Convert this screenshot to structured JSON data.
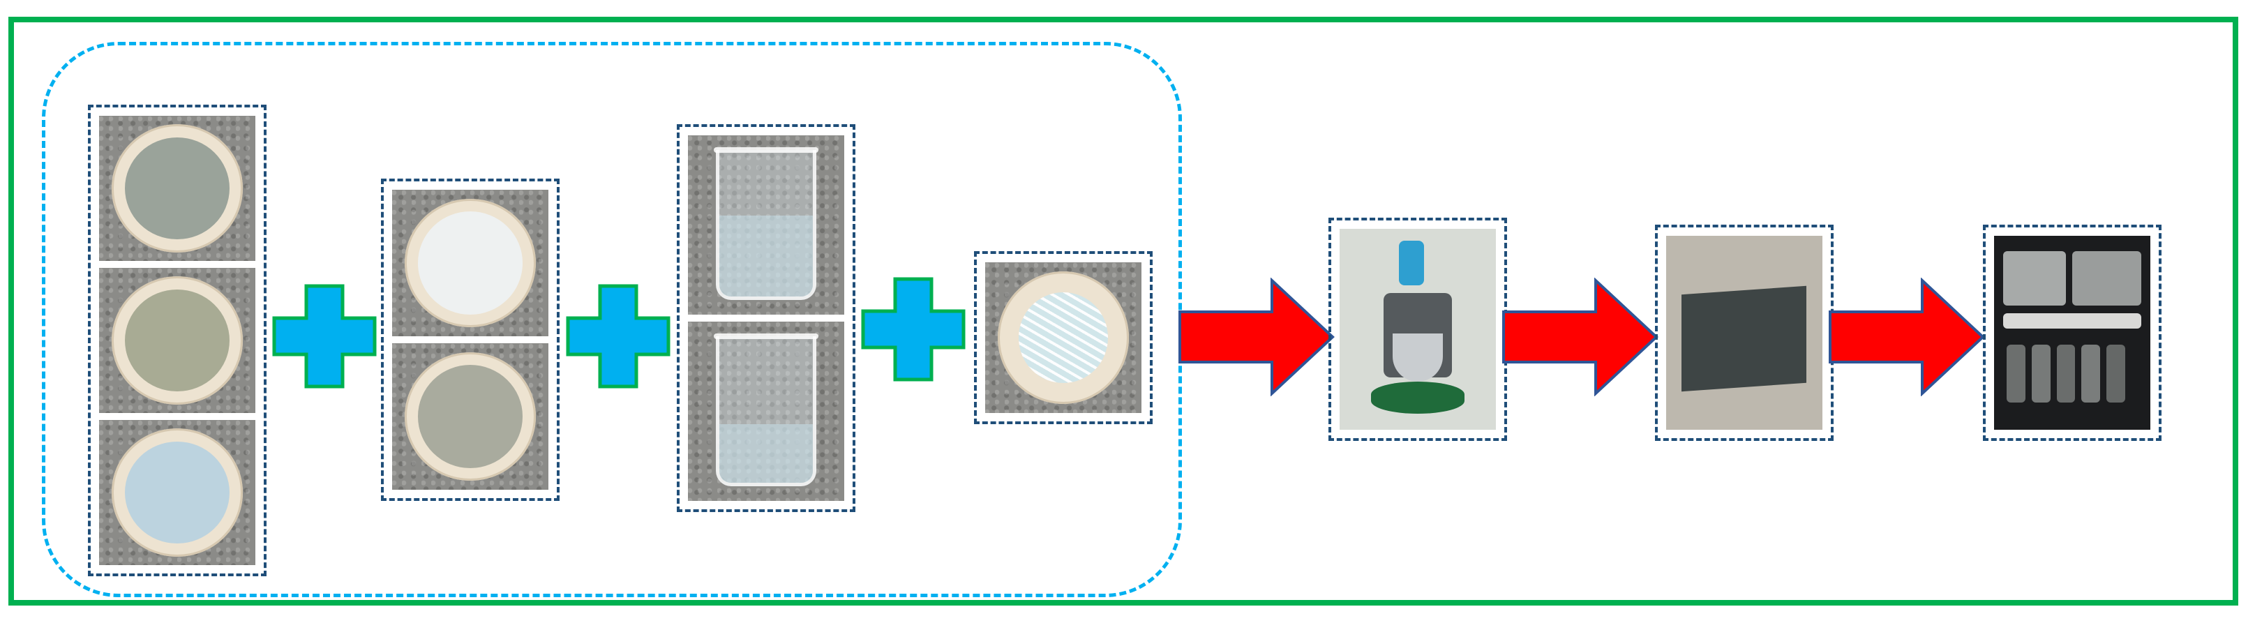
{
  "colors": {
    "outer_border": "#00b050",
    "group_border": "#00b0f0",
    "photo_border": "#1f4e79",
    "plus_fill": "#00b0f0",
    "plus_stroke": "#00b050",
    "arrow_fill": "#ff0000",
    "arrow_stroke": "#2f5597"
  },
  "steps": [
    {
      "icon": "powder-dishes-photo",
      "items": [
        "grey-powder",
        "grey-green-powder",
        "light-blue-powder"
      ]
    },
    {
      "icon": "plus-icon"
    },
    {
      "icon": "powder-dishes-photo",
      "items": [
        "white-powder",
        "grey-powder"
      ]
    },
    {
      "icon": "plus-icon"
    },
    {
      "icon": "beaker-photo",
      "items": [
        "water-beaker",
        "liquid-beaker"
      ]
    },
    {
      "icon": "plus-icon"
    },
    {
      "icon": "fiber-dish-photo",
      "items": [
        "glass-fibers"
      ]
    },
    {
      "icon": "arrow-right-icon"
    },
    {
      "icon": "mixer-photo"
    },
    {
      "icon": "arrow-right-icon"
    },
    {
      "icon": "fresh-slab-photo"
    },
    {
      "icon": "arrow-right-icon"
    },
    {
      "icon": "curing-specimens-photo"
    }
  ]
}
